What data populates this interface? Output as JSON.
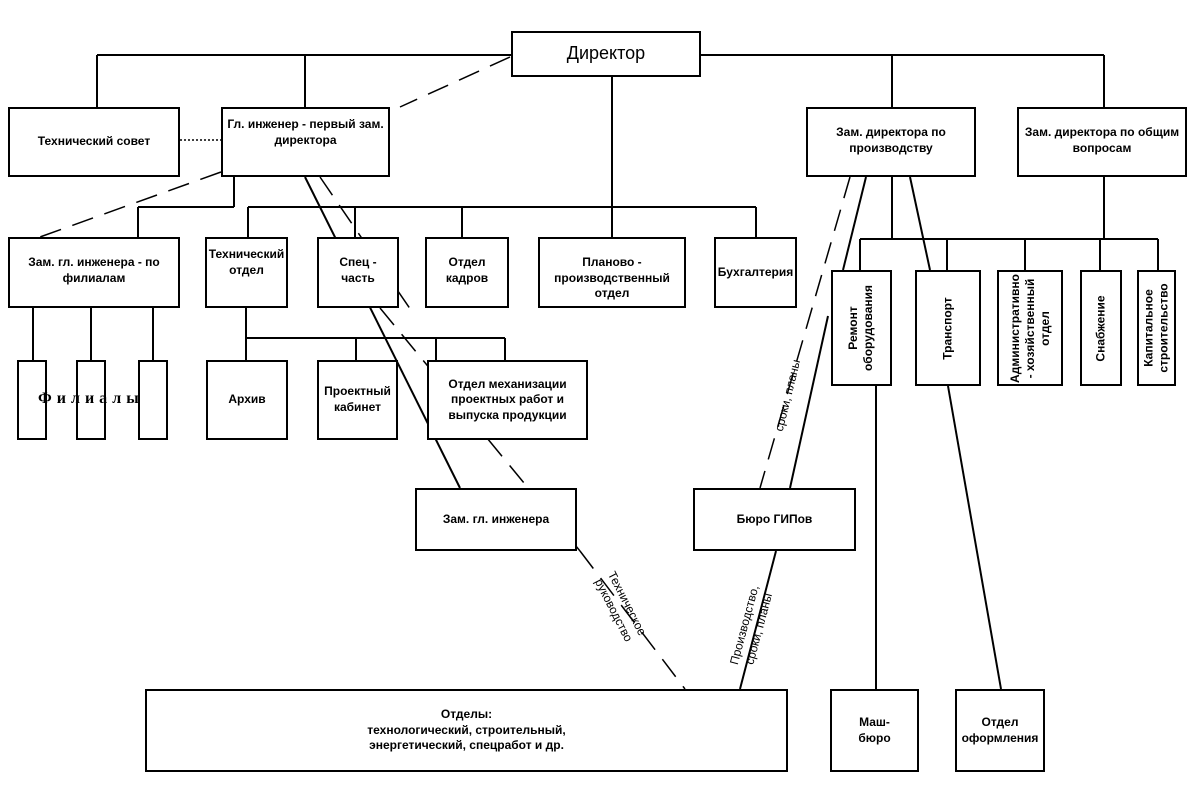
{
  "boxes": {
    "director": "Директор",
    "tech_council": "Технический совет",
    "chief_engineer": "Гл. инженер - первый зам. директора",
    "deputy_production": "Зам. директора по производству",
    "deputy_general": "Зам. директора по общим вопросам",
    "deputy_branches": "Зам. гл. инженера - по филиалам",
    "tech_dept": "Технический отдел",
    "special_part": "Спец - часть",
    "hr_dept": "Отдел кадров",
    "planning_dept": "Планово - производственный отдел",
    "accounting": "Бухгалтерия",
    "equipment_repair": "Ремонт оборудования",
    "transport": "Транспорт",
    "admin_dept": "Административно - хозяйственный отдел",
    "supply": "Снабжение",
    "capital_construction": "Капитальное строительство",
    "archive": "Архив",
    "design_office": "Проектный кабинет",
    "mechanization_dept": "Отдел механизации проектных работ и выпуска продукции",
    "deputy_chief_engineer": "Зам. гл. инженера",
    "gip_bureau": "Бюро ГИПов",
    "departments": "Отделы:\nтехнологический, строительный,\nэнергетический, спецработ и др.",
    "mash_bureau": "Маш-\nбюро",
    "design_dept": "Отдел\nоформления"
  },
  "branches_label": "Филиалы",
  "edge_labels": {
    "deadlines_plans": "сроки, планы",
    "technical_guidance": "Техническое\nруководство",
    "production_plans": "Производство,\nсроки, планы"
  }
}
